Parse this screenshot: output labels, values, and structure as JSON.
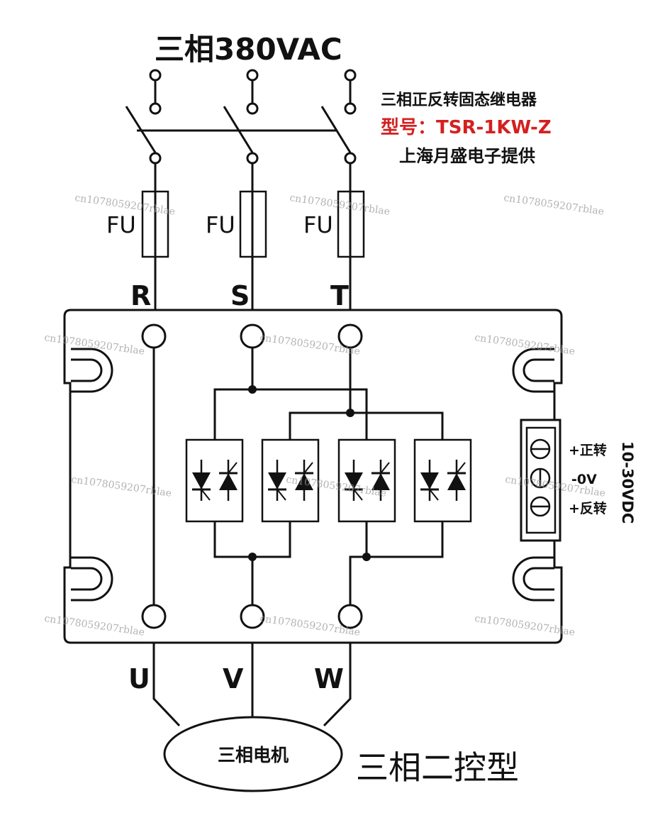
{
  "title": "三相380VAC",
  "product": {
    "line1": "三相正反转固态继电器",
    "model_label": "型号：TSR-1KW-Z",
    "line3": "上海月盛电子提供",
    "accent_color": "#d42020"
  },
  "fuses": [
    "FU",
    "FU",
    "FU"
  ],
  "inputs": [
    "R",
    "S",
    "T"
  ],
  "outputs": [
    "U",
    "V",
    "W"
  ],
  "control": {
    "forward": "+正转",
    "zero": "-0V",
    "reverse": "+反转",
    "voltage": "10-30VDC"
  },
  "motor": "三相电机",
  "caption": "三相二控型",
  "watermark": "cn1078059207rblae",
  "colors": {
    "line": "#111111",
    "background": "#ffffff"
  }
}
